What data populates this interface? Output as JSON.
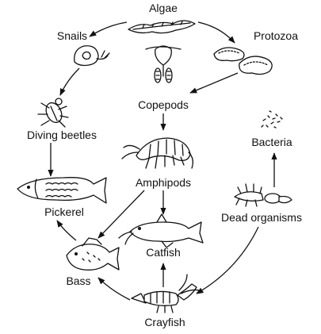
{
  "organisms": {
    "algae": "Algae",
    "protozoa": "Protozoa",
    "snails": "Snails",
    "copepods": "Copepods",
    "diving_beetles": "Diving beetles",
    "bacteria": "Bacteria",
    "amphipods": "Amphipods",
    "pickerel": "Pickerel",
    "dead_organisms": "Dead organisms",
    "catfish": "Catfish",
    "bass": "Bass",
    "crayfish": "Crayfish"
  },
  "links": [
    {
      "from": "Algae",
      "to": "Snails"
    },
    {
      "from": "Algae",
      "to": "Protozoa"
    },
    {
      "from": "Protozoa",
      "to": "Copepods"
    },
    {
      "from": "Snails",
      "to": "Diving beetles"
    },
    {
      "from": "Copepods",
      "to": "Amphipods"
    },
    {
      "from": "Diving beetles",
      "to": "Pickerel"
    },
    {
      "from": "Amphipods",
      "to": "Catfish"
    },
    {
      "from": "Amphipods",
      "to": "Bass"
    },
    {
      "from": "Bass",
      "to": "Pickerel"
    },
    {
      "from": "Crayfish",
      "to": "Bass"
    },
    {
      "from": "Crayfish",
      "to": "Catfish"
    },
    {
      "from": "Dead organisms",
      "to": "Bacteria"
    },
    {
      "from": "Dead organisms",
      "to": "Crayfish"
    }
  ]
}
